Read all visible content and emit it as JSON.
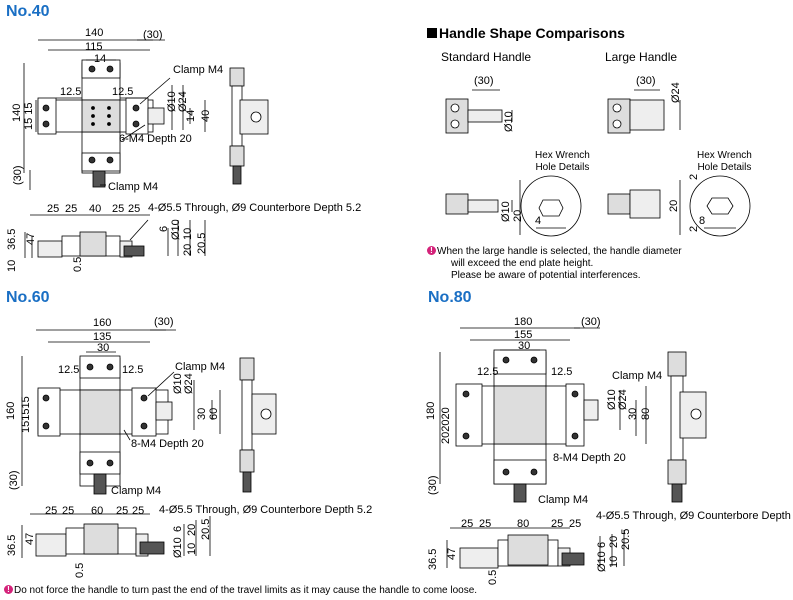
{
  "sections": {
    "no40": {
      "title": "No.40"
    },
    "no60": {
      "title": "No.60"
    },
    "no80": {
      "title": "No.80"
    },
    "handle": {
      "title": "Handle Shape Comparisons",
      "standard": "Standard Handle",
      "large": "Large Handle",
      "hex_title_1": "Hex Wrench",
      "hex_title_2": "Hole Details"
    }
  },
  "dims": {
    "d140": "140",
    "d115": "115",
    "d14": "14",
    "d30p": "(30)",
    "d12_5": "12.5",
    "d10": "Ø10",
    "d24": "Ø24",
    "d40": "40",
    "d15": "15",
    "d25": "25",
    "d0_5": "0.5",
    "d36_5": "36.5",
    "d47": "47",
    "d6": "6",
    "d20": "20",
    "d20_5": "20.5",
    "d160": "160",
    "d135": "135",
    "d30": "30",
    "d60": "60",
    "d180": "180",
    "d155": "155",
    "d80": "80",
    "d4": "4",
    "d8": "8",
    "d2": "2",
    "d10b": "10"
  },
  "labels": {
    "clamp": "Clamp M4",
    "m4_6": "6-M4 Depth 20",
    "m4_8": "8-M4 Depth 20",
    "through": "4-Ø5.5 Through, Ø9 Counterbore Depth 5.2"
  },
  "notes": {
    "large_1": "When the large handle is selected, the handle diameter",
    "large_2": "will exceed the end plate height.",
    "large_3": "Please be aware of potential interferences.",
    "bottom": "Do not force the handle to turn past the end of the travel limits as it may cause the handle to come loose."
  },
  "colors": {
    "title": "#1a6fc4",
    "warn": "#d4237a"
  }
}
